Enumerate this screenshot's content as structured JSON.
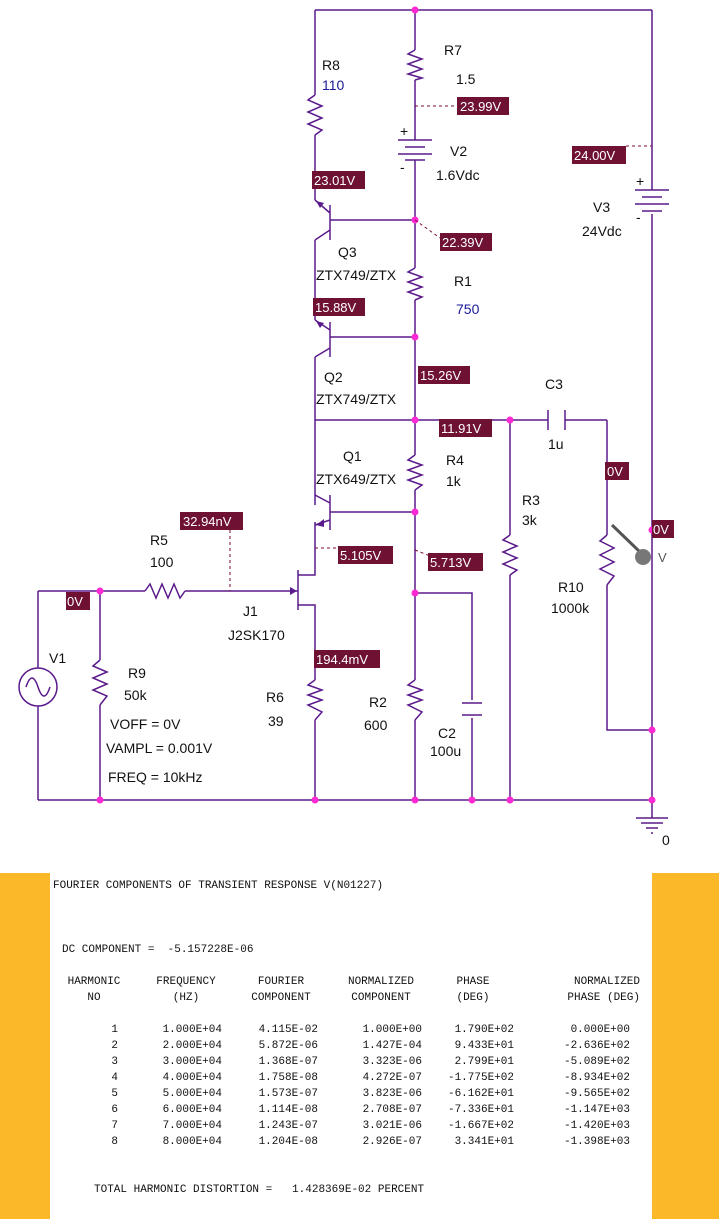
{
  "schematic": {
    "components": {
      "R8": {
        "name": "R8",
        "value": "110"
      },
      "R7": {
        "name": "R7",
        "value": "1.5"
      },
      "V2": {
        "name": "V2",
        "value": "1.6Vdc"
      },
      "V3": {
        "name": "V3",
        "value": "24Vdc"
      },
      "Q3": {
        "name": "Q3",
        "part": "ZTX749/ZTX"
      },
      "R1": {
        "name": "R1",
        "value": "750"
      },
      "Q2": {
        "name": "Q2",
        "part": "ZTX749/ZTX"
      },
      "C3": {
        "name": "C3",
        "value": "1u"
      },
      "Q1": {
        "name": "Q1",
        "part": "ZTX649/ZTX"
      },
      "R4": {
        "name": "R4",
        "value": "1k"
      },
      "R3": {
        "name": "R3",
        "value": "3k"
      },
      "R5": {
        "name": "R5",
        "value": "100"
      },
      "J1": {
        "name": "J1",
        "part": "J2SK170"
      },
      "R10": {
        "name": "R10",
        "value": "1000k"
      },
      "V1": {
        "name": "V1",
        "voff": "VOFF = 0V",
        "vampl": "VAMPL = 0.001V",
        "freq": "FREQ = 10kHz"
      },
      "R9": {
        "name": "R9",
        "value": "50k"
      },
      "R6": {
        "name": "R6",
        "value": "39"
      },
      "R2": {
        "name": "R2",
        "value": "600"
      },
      "C2": {
        "name": "C2",
        "value": "100u"
      },
      "ground": {
        "label": "0"
      },
      "probe": {
        "label": "V"
      }
    },
    "voltages": {
      "v_r7": "23.99V",
      "v_v3": "24.00V",
      "v_q3b": "23.01V",
      "v_q3e": "22.39V",
      "v_q2b": "15.88V",
      "v_q2e": "15.26V",
      "v_out": "11.91V",
      "v_c3": "0V",
      "v_probe": "0V",
      "v_r5": "32.94nV",
      "v_j1d": "5.105V",
      "v_q1e": "5.713V",
      "v_in": "0V",
      "v_j1s": "194.4mV"
    }
  },
  "fourier": {
    "title": "FOURIER COMPONENTS OF TRANSIENT RESPONSE V(N01227)",
    "dc_label": "DC COMPONENT =",
    "dc_value": "-5.157228E-06",
    "headers": {
      "h1": [
        "HARMONIC",
        "NO"
      ],
      "h2": [
        "FREQUENCY",
        "(HZ)"
      ],
      "h3": [
        "FOURIER",
        "COMPONENT"
      ],
      "h4": [
        "NORMALIZED",
        "COMPONENT"
      ],
      "h5": [
        "PHASE",
        "(DEG)"
      ],
      "h6": [
        "NORMALIZED",
        "PHASE (DEG)"
      ]
    },
    "rows": [
      [
        "1",
        "1.000E+04",
        "4.115E-02",
        "1.000E+00",
        "1.790E+02",
        "0.000E+00"
      ],
      [
        "2",
        "2.000E+04",
        "5.872E-06",
        "1.427E-04",
        "9.433E+01",
        "-2.636E+02"
      ],
      [
        "3",
        "3.000E+04",
        "1.368E-07",
        "3.323E-06",
        "2.799E+01",
        "-5.089E+02"
      ],
      [
        "4",
        "4.000E+04",
        "1.758E-08",
        "4.272E-07",
        "-1.775E+02",
        "-8.934E+02"
      ],
      [
        "5",
        "5.000E+04",
        "1.573E-07",
        "3.823E-06",
        "-6.162E+01",
        "-9.565E+02"
      ],
      [
        "6",
        "6.000E+04",
        "1.114E-08",
        "2.708E-07",
        "-7.336E+01",
        "-1.147E+03"
      ],
      [
        "7",
        "7.000E+04",
        "1.243E-07",
        "3.021E-06",
        "-1.667E+02",
        "-1.420E+03"
      ],
      [
        "8",
        "8.000E+04",
        "1.204E-08",
        "2.926E-07",
        "3.341E+01",
        "-1.398E+03"
      ]
    ],
    "thd_label": "TOTAL HARMONIC DISTORTION =",
    "thd_value": "1.428369E-02",
    "thd_unit": "PERCENT"
  }
}
